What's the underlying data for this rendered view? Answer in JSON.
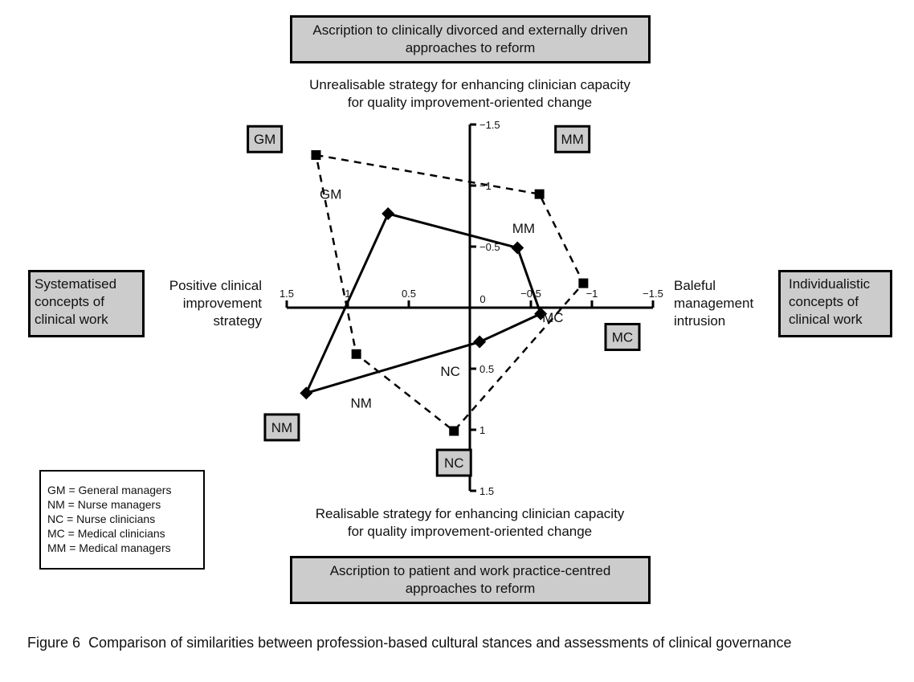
{
  "chart_data": {
    "type": "scatter",
    "title": "",
    "xlabel_left": "Positive clinical improvement strategy",
    "xlabel_right": "Baleful management intrusion",
    "ylabel_top": "Unrealisable strategy for enhancing clinician capacity for quality improvement-oriented change",
    "ylabel_bottom": "Realisable strategy for enhancing clinician capacity for quality improvement-oriented change",
    "xlim": [
      1.5,
      -1.5
    ],
    "ylim": [
      -1.5,
      1.5
    ],
    "x_ticks": [
      1.5,
      1,
      0.5,
      0,
      -0.5,
      -1,
      -1.5
    ],
    "x_tick_labels": [
      "1.5",
      "1",
      "0.5",
      "0",
      "−0.5",
      "−1",
      "−1.5"
    ],
    "y_ticks": [
      -1.5,
      -1,
      -0.5,
      0.5,
      1,
      1.5
    ],
    "y_tick_labels": [
      "−1.5",
      "−1",
      "−0.5",
      "0.5",
      "1",
      "1.5"
    ],
    "grid": false,
    "series": [
      {
        "name": "cultural stances",
        "style": "dashed",
        "marker": "square",
        "points": [
          {
            "group": "GM",
            "x": 1.26,
            "y": -1.25
          },
          {
            "group": "MM",
            "x": -0.57,
            "y": -0.93
          },
          {
            "group": "MC",
            "x": -0.93,
            "y": -0.2
          },
          {
            "group": "NC",
            "x": 0.13,
            "y": 1.01
          },
          {
            "group": "NM",
            "x": 0.93,
            "y": 0.38
          }
        ]
      },
      {
        "name": "assessments of clinical governance",
        "style": "solid",
        "marker": "diamond",
        "points": [
          {
            "group": "NM",
            "x": 1.34,
            "y": 0.7
          },
          {
            "group": "GM",
            "x": 0.67,
            "y": -0.77
          },
          {
            "group": "MM",
            "x": -0.39,
            "y": -0.49
          },
          {
            "group": "MC",
            "x": -0.58,
            "y": 0.05
          },
          {
            "group": "NC",
            "x": -0.08,
            "y": 0.28
          }
        ]
      }
    ],
    "point_labels": [
      {
        "text": "GM",
        "x": 1.14,
        "y": -0.93
      },
      {
        "text": "MM",
        "x": -0.44,
        "y": -0.65
      },
      {
        "text": "MC",
        "x": -0.68,
        "y": 0.08
      },
      {
        "text": "NC",
        "x": 0.16,
        "y": 0.52
      },
      {
        "text": "NM",
        "x": 0.89,
        "y": 0.78
      }
    ],
    "corner_boxes": [
      {
        "text": "GM",
        "x": 1.68,
        "y": -1.38
      },
      {
        "text": "MM",
        "x": -0.84,
        "y": -1.38
      },
      {
        "text": "MC",
        "x": -1.25,
        "y": 0.24
      },
      {
        "text": "NM",
        "x": 1.54,
        "y": 0.98
      },
      {
        "text": "NC",
        "x": 0.13,
        "y": 1.27
      }
    ]
  },
  "quadrant_boxes": {
    "top": "Ascription to clinically divorced and externally driven approaches to reform",
    "bottom": "Ascription to patient and work practice-centred approaches to reform",
    "left": [
      "Systematised",
      "concepts of",
      "clinical work"
    ],
    "right": [
      "Individualistic",
      "concepts of",
      "clinical work"
    ]
  },
  "axis_text": {
    "top": [
      "Unrealisable strategy for enhancing clinician capacity",
      "for quality improvement-oriented change"
    ],
    "bottom": [
      "Realisable strategy for enhancing clinician capacity",
      "for quality improvement-oriented change"
    ],
    "left": [
      "Positive clinical",
      "improvement",
      "strategy"
    ],
    "right": [
      "Baleful",
      "management",
      "intrusion"
    ]
  },
  "legend": [
    "GM = General managers",
    "NM = Nurse managers",
    "NC = Nurse clinicians",
    "MC = Medical clinicians",
    "MM = Medical managers"
  ],
  "caption": {
    "figure_label": "Figure 6",
    "text": "Comparison of similarities between profession-based cultural stances and assessments of clinical governance"
  },
  "colors": {
    "box_fill": "#cccccc",
    "ink": "#000000"
  }
}
